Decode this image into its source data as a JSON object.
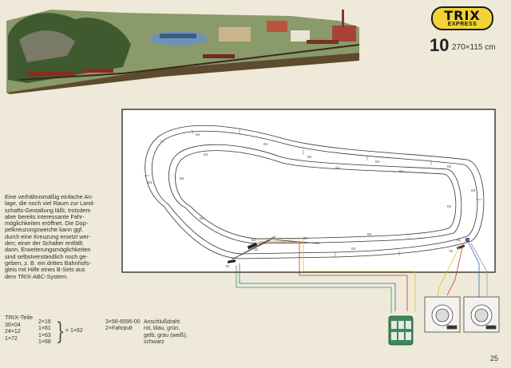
{
  "brand": {
    "name": "TRIX",
    "sub": "EXPRESS"
  },
  "plan": {
    "number": "10",
    "size": "270×115 cm"
  },
  "description": [
    "Eine verhältnismäßig einfache An-",
    "lage, die noch viel Raum zur Land-",
    "schafts-Gestaltung läßt, trotzdem",
    "aber bereits interessante Fahr-",
    "möglichkeiten eröffnet. Die Dop-",
    "pelkreuzungsweiche kann ggf.",
    "durch eine Kreuzung ersetzt wer-",
    "den; einer der Schalter entfällt",
    "dann. Erweiterungsmöglichkeiten",
    "sind selbstverständlich noch ge-",
    "geben, z. B. ein drittes Bahnhofs-",
    "gleis mit Hilfe eines B-Sets aus",
    "dem TRIX-ABC-System."
  ],
  "parts": {
    "title": "TRIX-Teile",
    "col1": [
      "30×04",
      "24×12",
      "1×72"
    ],
    "col2": [
      "2×16",
      "1×61",
      "1×63",
      "1×68"
    ],
    "equals": "= 1×62",
    "col3": [
      "3×56-6595-00",
      "2×Fahrpult"
    ],
    "wire": [
      "Anschlußdraht",
      "rot, blau, grün,",
      "gelb, grau (weiß),",
      "schwarz"
    ]
  },
  "diagram": {
    "track_labels": [
      "04",
      "04",
      "04",
      "04",
      "04",
      "04",
      "04",
      "04",
      "04",
      "04",
      "04",
      "04",
      "04",
      "04",
      "04",
      "04"
    ],
    "switch_labels": [
      "63",
      "61",
      "72",
      "72",
      "12"
    ]
  },
  "colors": {
    "background": "#efe9d9",
    "logo_yellow": "#f1d335",
    "wire_red": "#c0392b",
    "wire_blue": "#2c6fb7",
    "wire_green": "#3a9b45",
    "wire_yellow": "#e0c21c",
    "wire_grey": "#999999"
  },
  "page_number": "25"
}
